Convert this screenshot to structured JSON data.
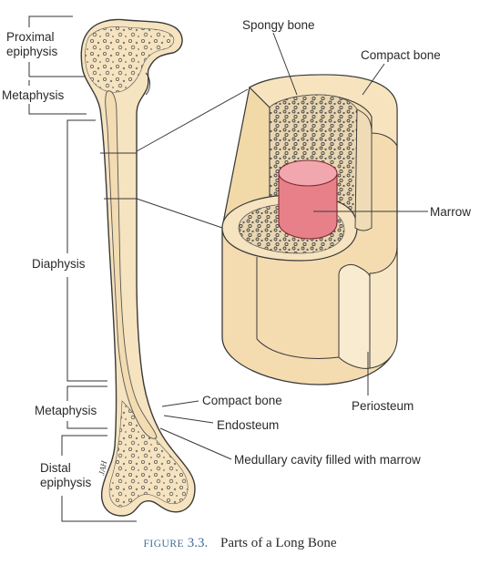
{
  "labels": {
    "proximal_epiphysis": [
      "Proximal",
      "epiphysis"
    ],
    "metaphysis_top": "Metaphysis",
    "diaphysis": "Diaphysis",
    "metaphysis_bottom": "Metaphysis",
    "distal_epiphysis": [
      "Distal",
      "epiphysis"
    ],
    "spongy_bone": "Spongy bone",
    "compact_bone_top": "Compact bone",
    "marrow": "Marrow",
    "periosteum": "Periosteum",
    "compact_bone_bottom": "Compact bone",
    "endosteum": "Endosteum",
    "medullary_cavity": "Medullary cavity filled with marrow"
  },
  "artist_signature": "JAH",
  "caption": {
    "figure_word": "FIGURE",
    "number": "3.3.",
    "title": "Parts of a Long Bone"
  },
  "colors": {
    "bone": "#f6e3bf",
    "bone_shadow": "#e9cfa0",
    "outline": "#3a3a3a",
    "marrow": "#e8808a",
    "marrow_top": "#f2a6ae",
    "caption_accent": "#3f6d99"
  }
}
